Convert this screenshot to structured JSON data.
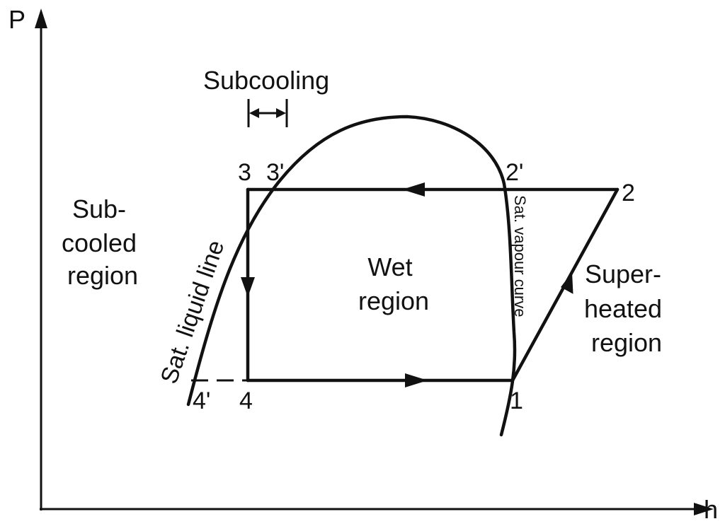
{
  "axes": {
    "y_label": "P",
    "x_label": "h"
  },
  "subcooling": {
    "label": "Subcooling"
  },
  "points": {
    "p1": "1",
    "p2": "2",
    "p2_prime": "2'",
    "p3": "3",
    "p3_prime": "3'",
    "p4": "4",
    "p4_prime": "4'"
  },
  "regions": {
    "subcooled": [
      "Sub-",
      "cooled",
      "region"
    ],
    "wet": [
      "Wet",
      "region"
    ],
    "superheated": [
      "Super-",
      "heated",
      "region"
    ]
  },
  "curves": {
    "sat_liquid": "Sat. liquid line",
    "sat_vapour": "Sat. vapour curve"
  },
  "colors": {
    "line": "#111111",
    "background": "#ffffff"
  }
}
